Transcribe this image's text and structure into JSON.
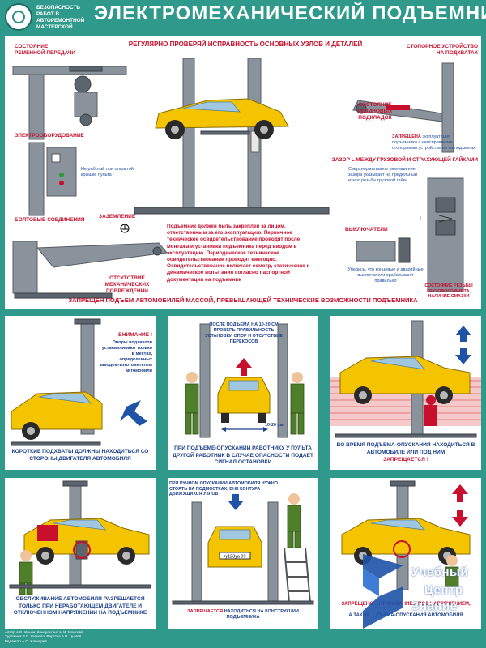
{
  "header": {
    "subtitle": "Безопасность работ в авторемонтной мастерской",
    "title": "ЭЛЕКТРОМЕХАНИЧЕСКИЙ ПОДЪЕМНИК"
  },
  "main": {
    "title": "РЕГУЛЯРНО ПРОВЕРЯЙ ИСПРАВНОСТЬ ОСНОВНЫХ УЗЛОВ И ДЕТАЛЕЙ",
    "labels": {
      "belt": "СОСТОЯНИЕ РЕМЕННОЙ ПЕРЕДАЧИ",
      "electro": "ЭЛЕКТРООБОРУДОВАНИЕ",
      "bolts": "БОЛТОВЫЕ СОЕДИНЕНИЯ",
      "ground": "ЗАЗЕМЛЕНИЕ",
      "damage": "ОТСУТСТВИЕ МЕХАНИЧЕСКИХ ПОВРЕЖДЕНИЙ",
      "stopper": "СТОПОРНОЕ УСТРОЙСТВО НА ПОДХВАТАХ",
      "pads": "СОСТОЯНИЕ РЕЗИНОВЫХ ПОДКЛАДОК",
      "gap": "ЗАЗОР L МЕЖДУ ГРУЗОВОЙ И СТРАХУЮЩЕЙ ГАЙКАМИ",
      "switches": "ВЫКЛЮЧАТЕЛИ",
      "screw": "СОСТОЯНИЕ РЕЗЬБЫ ГРУЗОВОГО ВИНТА, НАЛИЧИЕ СМАЗКИ"
    },
    "notes": {
      "panel_off": "Не работай при открытой крышке пульта !",
      "forbidden_word": "ЗАПРЕЩЕНА",
      "forbidden_rest": "эксплуатация подъемника с неисправными стопорными устройствами на подхватах",
      "gap_note": "Сверхнормативное уменьшение зазора указывает на предельный износ резьбы грузовой гайки",
      "switch_note": "Убедись, что концевые и аварийные выключатели срабатывают правильно",
      "gap_symbol": "L"
    },
    "body_text": "Подъемник должен быть закреплен за лицом, ответственным за его эксплуатацию. Первичное техническое освидетельствование проводят после монтажа и установки подъемника перед вводом в эксплуатацию. Периодическое техническое освидетельствование проводят ежегодно. Освидетельствование включает осмотр, статические и динамическое испытания согласно паспортной документации на подъемник",
    "banner": "ЗАПРЕЩЕН ПОДЪЕМ АВТОМОБИЛЕЙ МАССОЙ, ПРЕВЫШАЮЩЕЙ ТЕХНИЧЕСКИЕ ВОЗМОЖНОСТИ ПОДЪЕМНИКА"
  },
  "panels": {
    "p1": {
      "attention": "ВНИМАНИЕ !",
      "note": "Опоры подхватов устанавливают только в местах, определенных заводом-изготовителем автомобиля",
      "caption": "КОРОТКИЕ ПОДХВАТЫ ДОЛЖНЫ НАХОДИТЬСЯ СО СТОРОНЫ ДВИГАТЕЛЯ АВТОМОБИЛЯ"
    },
    "p2": {
      "top": "ПОСЛЕ ПОДЪЕМА НА 10-20 СМ ПРОВЕРЬ ПРАВИЛЬНОСТЬ УСТАНОВКИ ОПОР И ОТСУТСТВИЕ ПЕРЕКОСОВ",
      "dim": "10-20 см",
      "caption": "ПРИ ПОДЪЕМЕ-ОПУСКАНИИ РАБОТНИКУ У ПУЛЬТА ДРУГОЙ РАБОТНИК В СЛУЧАЕ ОПАСНОСТИ ПОДАЕТ СИГНАЛ ОСТАНОВКИ"
    },
    "p3": {
      "caption": "ВО ВРЕМЯ ПОДЪЕМА-ОПУСКАНИЯ НАХОДИТЬСЯ В АВТОМОБИЛЕ ИЛИ ПОД НИМ",
      "forbidden": "ЗАПРЕЩАЕТСЯ !"
    },
    "p4": {
      "caption": "ОБСЛУЖИВАНИЕ АВТОМОБИЛЯ РАЗРЕШАЕТСЯ ТОЛЬКО ПРИ НЕРАБОТАЮЩЕМ ДВИГАТЕЛЕ И ОТКЛЮЧЕННОМ НАПРЯЖЕНИИ НА ПОДЪЕМНИКЕ"
    },
    "p5": {
      "top": "ПРИ РУЧНОМ ОПУСКАНИИ АВТОМОБИЛЯ НУЖНО СТОЯТЬ НА ПОДМОСТКАХ, ВНЕ КОНТУРА ДВИЖУЩИХСЯ УЗЛОВ",
      "plate": "<у123уа 99",
      "forbidden_word": "ЗАПРЕЩАЕТСЯ",
      "forbidden_rest": "НАХОДИТЬСЯ НА КОНСТРУКЦИИ ПОДЪЕМНИКА"
    },
    "p6": {
      "line1": "ЗАПРЕЩЕНО ...НТИРОВАНИЕ... ПОД НАПРЯЖЕНИЕМ,",
      "line2": "А ТАКЖЕ ...ДЪЕМА-ОПУСКАНИЯ АВТОМОБИЛЯ"
    }
  },
  "credits": {
    "line1": "Автор А.В. Ильин; Консультант Н.И. Моисеев",
    "line2": "Художник В.П. Гаскелл; Верстка А.В. Цылев",
    "line3": "Редактор А.О. Клочарев"
  },
  "brand": {
    "line1": "Учебный",
    "line2": "Центр",
    "line3": "Знание"
  },
  "colors": {
    "background": "#2f9a8c",
    "heading_red": "#c8102e",
    "caption_blue": "#1b3f8a",
    "car_yellow": "#f5c400"
  }
}
